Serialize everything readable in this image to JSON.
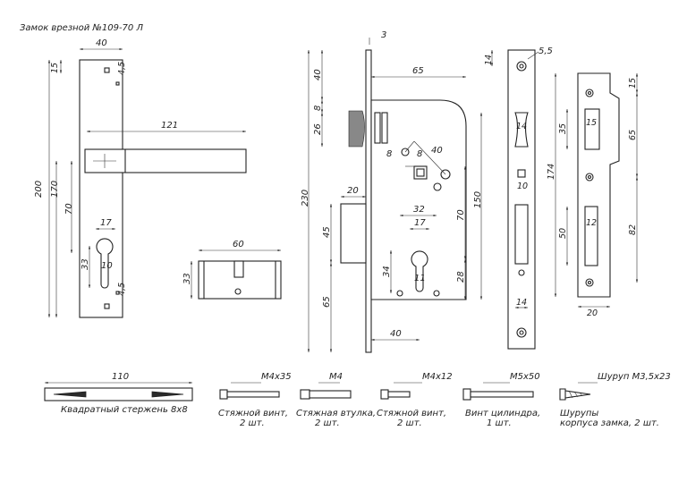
{
  "title": "Замок врезной №109-70 Л",
  "handle_plate": {
    "width": "40",
    "top_offset": "15",
    "screw_hole": "4,5",
    "screw_hole_bottom": "4,5",
    "height": "200",
    "handle_length": "121",
    "handle_to_cyl": "70",
    "handle_from_bottom": "170",
    "cyl_width": "17",
    "cyl_lower": "10",
    "cyl_height": "33"
  },
  "cylinder": {
    "length": "60",
    "height": "33"
  },
  "lock_body": {
    "faceplate": "3",
    "backset": "65",
    "top_40": "40",
    "top_8": "8",
    "latch_26": "26",
    "total_230": "230",
    "bolt_20": "20",
    "bolt_45": "45",
    "lower_65": "65",
    "spindle_8a": "8",
    "spindle_8b": "8",
    "spindle_40": "40",
    "dim_32": "32",
    "dim_17": "17",
    "dim_34": "34",
    "dim_11": "11",
    "dim_70": "70",
    "dim_150": "150",
    "dim_28": "28",
    "dim_40b": "40"
  },
  "front_plate": {
    "dia": "5,5",
    "top_14": "14",
    "latch_14": "14",
    "bolt_10": "10",
    "bottom_14": "14"
  },
  "strike_plate": {
    "top_15": "15",
    "latch_15": "15",
    "dim_35": "35",
    "dim_65": "65",
    "dim_174": "174",
    "bolt_12": "12",
    "dim_50": "50",
    "dim_82": "82",
    "width_20": "20"
  },
  "accessories": [
    {
      "spec": "110",
      "caption": "Квадратный стержень 8х8"
    },
    {
      "spec": "М4х35",
      "caption_l1": "Стяжной винт,",
      "caption_l2": "2 шт."
    },
    {
      "spec": "М4",
      "caption_l1": "Стяжная втулка,",
      "caption_l2": "2 шт."
    },
    {
      "spec": "М4х12",
      "caption_l1": "Стяжной винт,",
      "caption_l2": "2 шт."
    },
    {
      "spec": "М5х50",
      "caption_l1": "Винт цилиндра,",
      "caption_l2": "1 шт."
    },
    {
      "spec": "Шуруп М3,5х23",
      "caption_l1": "Шурупы",
      "caption_l2": "корпуса замка, 2 шт."
    }
  ]
}
